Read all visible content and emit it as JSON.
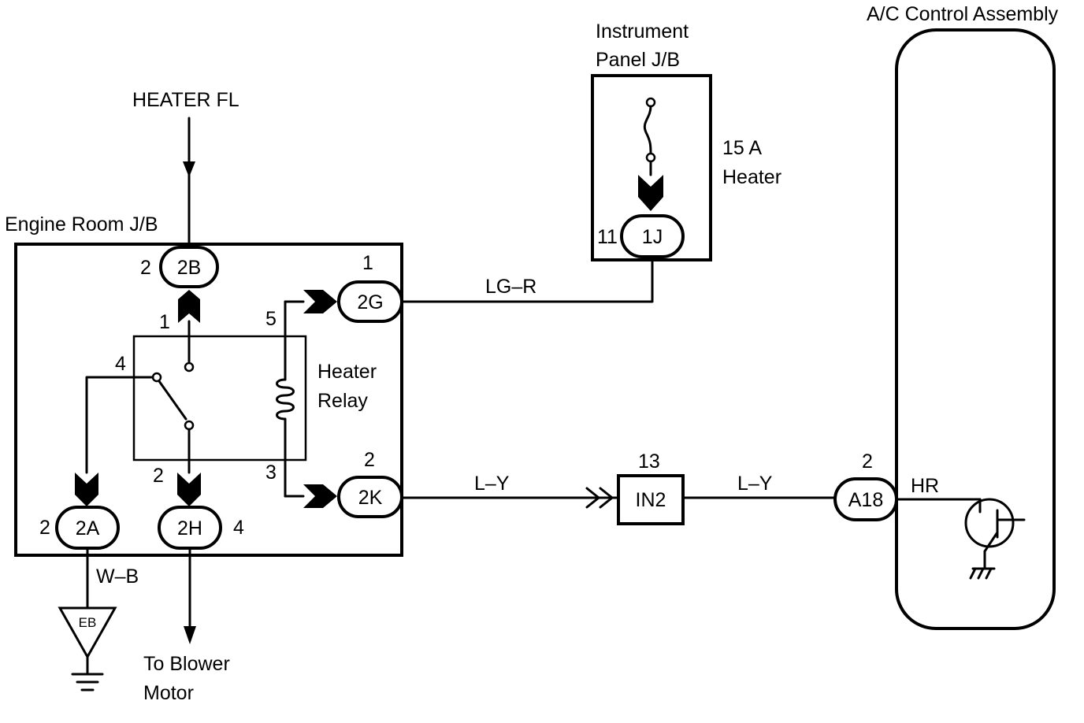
{
  "labels": {
    "heater_fl": "HEATER FL",
    "engine_room_jb": "Engine Room J/B",
    "instrument_panel_line1": "Instrument",
    "instrument_panel_line2": "Panel J/B",
    "fuse_rating": "15 A",
    "fuse_name": "Heater",
    "ac_control": "A/C Control Assembly",
    "heater_relay_line1": "Heater",
    "heater_relay_line2": "Relay",
    "to_blower_line1": "To Blower",
    "to_blower_line2": "Motor",
    "hr": "HR",
    "ground_eb": "EB"
  },
  "connectors": {
    "c2B": "2B",
    "c2G": "2G",
    "c2K": "2K",
    "c2A": "2A",
    "c2H": "2H",
    "c1J": "1J",
    "cIN2": "IN2",
    "cA18": "A18"
  },
  "pins": {
    "p2B": "2",
    "p2G": "1",
    "p2K": "2",
    "p2A": "2",
    "p2H": "4",
    "p1J": "11",
    "pIN2": "13",
    "pA18": "2",
    "relay1": "1",
    "relay2": "2",
    "relay3": "3",
    "relay4": "4",
    "relay5": "5"
  },
  "wires": {
    "lgr": "LG–R",
    "ly1": "L–Y",
    "ly2": "L–Y",
    "wb": "W–B"
  }
}
